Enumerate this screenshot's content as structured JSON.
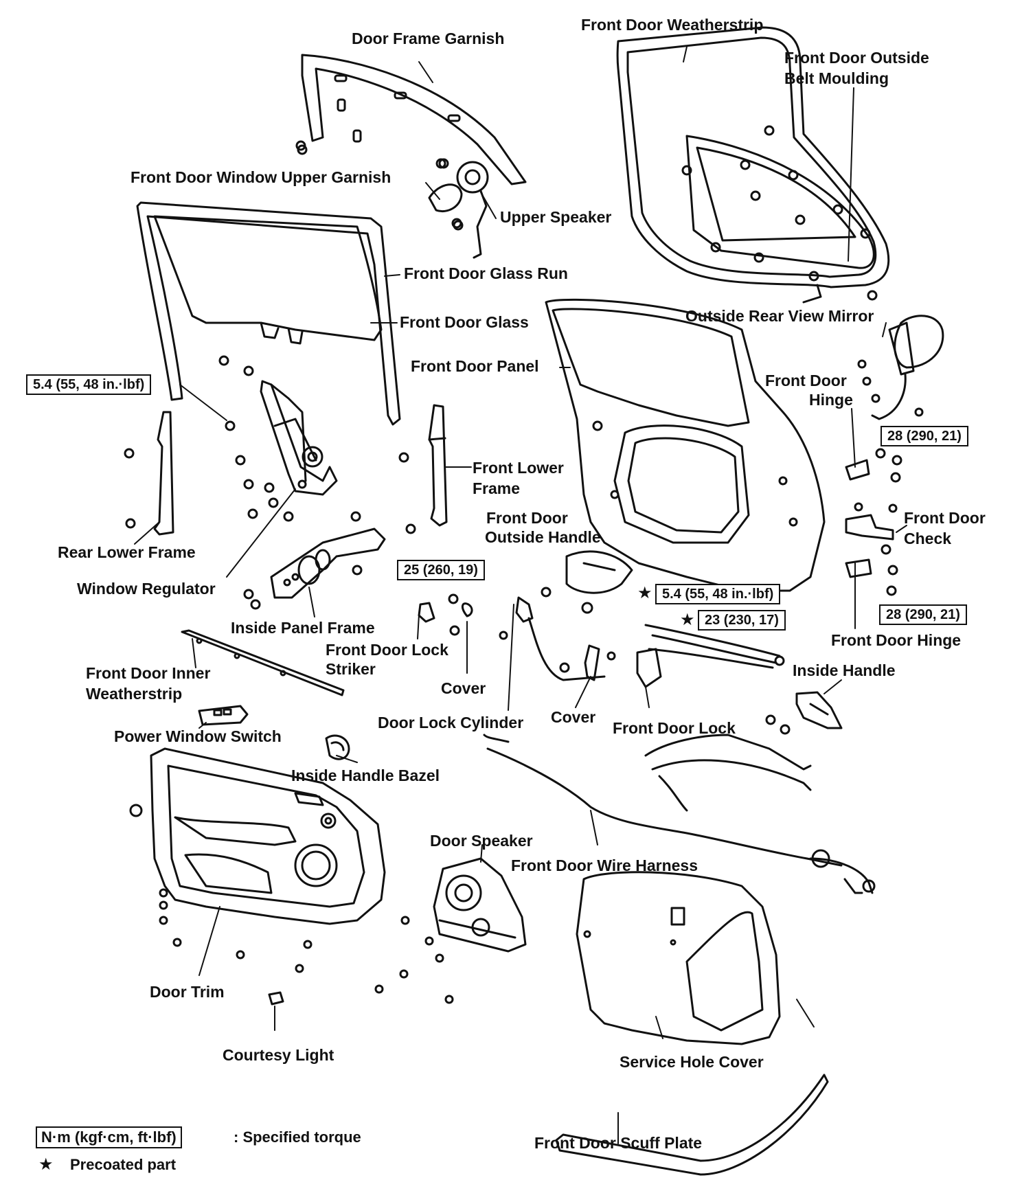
{
  "labels": {
    "door_frame_garnish": "Door Frame Garnish",
    "front_door_weatherstrip": "Front Door Weatherstrip",
    "front_door_outside_belt_moulding_1": "Front Door Outside",
    "front_door_outside_belt_moulding_2": "Belt Moulding",
    "front_door_window_upper_garnish": "Front Door Window Upper Garnish",
    "upper_speaker": "Upper Speaker",
    "front_door_glass_run": "Front Door Glass Run",
    "front_door_glass": "Front Door Glass",
    "outside_rear_view_mirror": "Outside Rear View Mirror",
    "front_door_panel": "Front Door Panel",
    "front_door_hinge_top_1": "Front Door",
    "front_door_hinge_top_2": "Hinge",
    "front_lower_frame_1": "Front Lower",
    "front_lower_frame_2": "Frame",
    "front_door_outside_handle_1": "Front Door",
    "front_door_outside_handle_2": "Outside Handle",
    "front_door_check_1": "Front Door",
    "front_door_check_2": "Check",
    "rear_lower_frame": "Rear Lower Frame",
    "window_regulator": "Window Regulator",
    "inside_panel_frame": "Inside Panel Frame",
    "front_door_lock_striker_1": "Front Door Lock",
    "front_door_lock_striker_2": "Striker",
    "cover_1": "Cover",
    "front_door_hinge_bottom": "Front Door Hinge",
    "front_door_inner_weatherstrip_1": "Front Door Inner",
    "front_door_inner_weatherstrip_2": "Weatherstrip",
    "inside_handle": "Inside Handle",
    "door_lock_cylinder": "Door Lock Cylinder",
    "cover_2": "Cover",
    "front_door_lock": "Front Door Lock",
    "power_window_switch": "Power Window Switch",
    "inside_handle_bazel": "Inside Handle Bazel",
    "door_speaker": "Door Speaker",
    "front_door_wire_harness": "Front Door Wire Harness",
    "door_trim": "Door Trim",
    "courtesy_light": "Courtesy Light",
    "service_hole_cover": "Service Hole Cover",
    "front_door_scuff_plate": "Front Door Scuff Plate"
  },
  "torque": {
    "regulator": "5.4 (55, 48 in.·lbf)",
    "hinge_top": "28 (290, 21)",
    "striker": "25 (260, 19)",
    "lock_a": "5.4 (55, 48 in.·lbf)",
    "lock_b": "23 (230, 17)",
    "hinge_bottom": "28 (290, 21)"
  },
  "legend": {
    "torque_unit": "N·m (kgf·cm, ft·lbf)",
    "torque_desc": ": Specified torque",
    "star_symbol": "★",
    "precoated": "Precoated part"
  },
  "colors": {
    "ink": "#111111",
    "paper": "#ffffff"
  }
}
